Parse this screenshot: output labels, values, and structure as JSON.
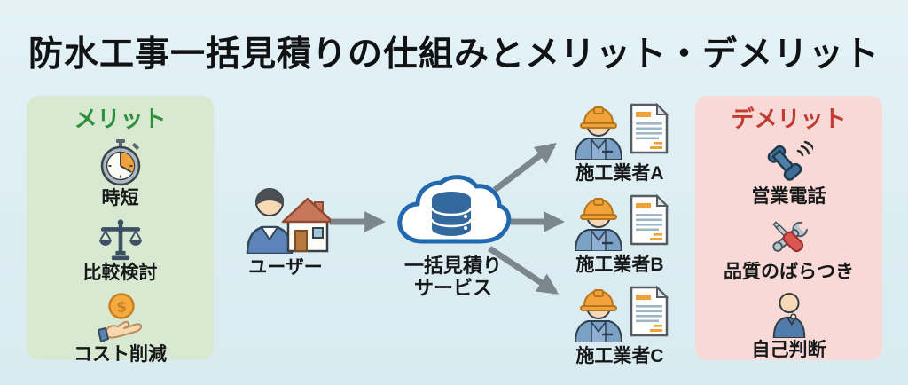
{
  "title": "防水工事一括見積りの仕組みとメリット・デメリット",
  "merit": {
    "title": "メリット",
    "items": [
      {
        "icon": "stopwatch-icon",
        "label": "時短"
      },
      {
        "icon": "balance-scale-icon",
        "label": "比較検討"
      },
      {
        "icon": "coin-hand-icon",
        "label": "コスト削減"
      }
    ]
  },
  "demerit": {
    "title": "デメリット",
    "items": [
      {
        "icon": "phone-call-icon",
        "label": "営業電話"
      },
      {
        "icon": "crossed-tools-icon",
        "label": "品質のばらつき"
      },
      {
        "icon": "person-icon",
        "label": "自己判断"
      }
    ]
  },
  "flow": {
    "user_label": "ユーザー",
    "service_label_line1": "一括見積り",
    "service_label_line2": "サービス",
    "contractors": [
      {
        "label": "施工業者A"
      },
      {
        "label": "施工業者B"
      },
      {
        "label": "施工業者C"
      }
    ]
  },
  "colors": {
    "background": "#dcedf2",
    "merit_panel_bg": "#d7e9d1",
    "merit_title": "#2e8f3e",
    "demerit_panel_bg": "#f8d9d6",
    "demerit_title": "#c23b33",
    "text": "#16181a",
    "arrow": "#7c868d",
    "cloud_outline": "#2268ae",
    "database_fill": "#34699e",
    "helmet_orange": "#f2a23a",
    "accent_orange": "#f0a236",
    "roof_terracotta": "#c8775a"
  }
}
